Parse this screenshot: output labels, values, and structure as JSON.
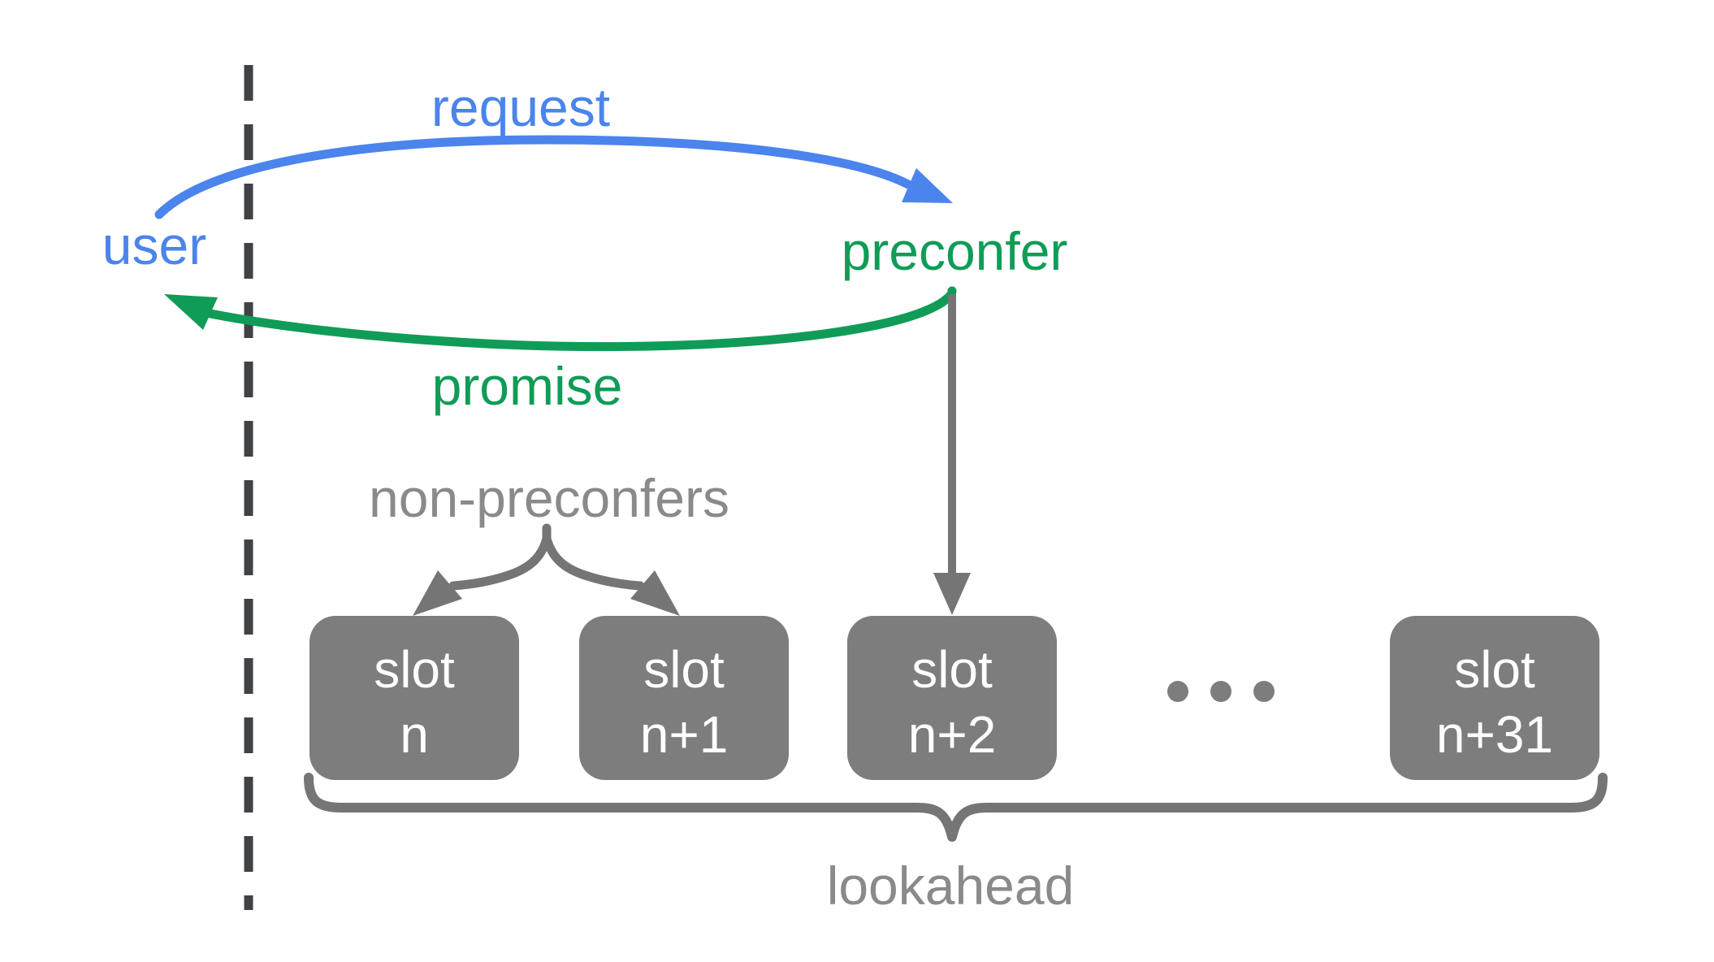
{
  "diagram": {
    "title_hint": "preconfirmation request/promise flow over slot lookahead",
    "actors": {
      "user": "user",
      "preconfer": "preconfer"
    },
    "messages": {
      "request": "request",
      "promise": "promise"
    },
    "labels": {
      "non_preconfers": "non-preconfers",
      "lookahead": "lookahead",
      "ellipsis": "..."
    },
    "slots": [
      {
        "line1": "slot",
        "line2": "n"
      },
      {
        "line1": "slot",
        "line2": "n+1"
      },
      {
        "line1": "slot",
        "line2": "n+2"
      },
      {
        "line1": "slot",
        "line2": "n+31"
      }
    ],
    "colors": {
      "request_blue": "#4b84ec",
      "promise_green": "#109c57",
      "slot_box_gray": "#7d7d7d",
      "arrow_gray": "#757575",
      "label_gray": "#8a8a8a",
      "dashed_line_gray": "#404245",
      "slot_text": "#ffffff",
      "background": "#ffffff"
    }
  }
}
